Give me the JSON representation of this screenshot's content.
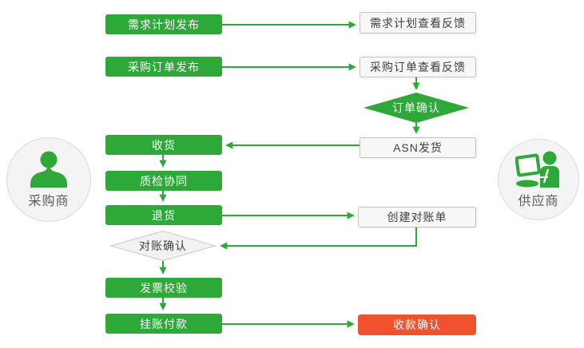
{
  "colors": {
    "process_green": "#2EA838",
    "highlight_red": "#F0512F",
    "connector_green": "#2EA838",
    "neutral_box_fill": "#F7F7F7",
    "neutral_box_border": "#C3C3C3",
    "text_dark": "#404040"
  },
  "actors": {
    "buyer": {
      "label": "采购商",
      "icon": "person-icon"
    },
    "supplier": {
      "label": "供应商",
      "icon": "person-laptop-icon"
    }
  },
  "nodes": {
    "demand_plan_publish": {
      "label": "需求计划发布",
      "type": "process",
      "owner": "buyer"
    },
    "demand_plan_feedback": {
      "label": "需求计划查看反馈",
      "type": "process",
      "owner": "supplier"
    },
    "po_publish": {
      "label": "采购订单发布",
      "type": "process",
      "owner": "buyer"
    },
    "po_feedback": {
      "label": "采购订单查看反馈",
      "type": "process",
      "owner": "supplier"
    },
    "order_confirmation": {
      "label": "订单确认",
      "type": "decision",
      "owner": "supplier"
    },
    "asn_shipment": {
      "label": "ASN发货",
      "type": "process",
      "owner": "supplier"
    },
    "receive_goods": {
      "label": "收货",
      "type": "process",
      "owner": "buyer"
    },
    "quality_inspection": {
      "label": "质检协同",
      "type": "process",
      "owner": "buyer"
    },
    "return_goods": {
      "label": "退货",
      "type": "process",
      "owner": "buyer"
    },
    "create_statement": {
      "label": "创建对账单",
      "type": "process",
      "owner": "supplier"
    },
    "reconciliation_confirmation": {
      "label": "对账确认",
      "type": "decision",
      "owner": "buyer"
    },
    "invoice_verification": {
      "label": "发票校验",
      "type": "process",
      "owner": "buyer"
    },
    "payment_on_account": {
      "label": "挂账付款",
      "type": "process",
      "owner": "buyer"
    },
    "payment_receipt_confirmation": {
      "label": "收款确认",
      "type": "process-highlight",
      "owner": "supplier"
    }
  },
  "edges": [
    {
      "from": "demand_plan_publish",
      "to": "demand_plan_feedback"
    },
    {
      "from": "po_publish",
      "to": "po_feedback"
    },
    {
      "from": "po_feedback",
      "to": "order_confirmation"
    },
    {
      "from": "order_confirmation",
      "to": "asn_shipment"
    },
    {
      "from": "asn_shipment",
      "to": "receive_goods"
    },
    {
      "from": "receive_goods",
      "to": "quality_inspection"
    },
    {
      "from": "quality_inspection",
      "to": "return_goods"
    },
    {
      "from": "return_goods",
      "to": "create_statement"
    },
    {
      "from": "create_statement",
      "to": "reconciliation_confirmation"
    },
    {
      "from": "reconciliation_confirmation",
      "to": "invoice_verification"
    },
    {
      "from": "invoice_verification",
      "to": "payment_on_account"
    },
    {
      "from": "payment_on_account",
      "to": "payment_receipt_confirmation"
    }
  ]
}
